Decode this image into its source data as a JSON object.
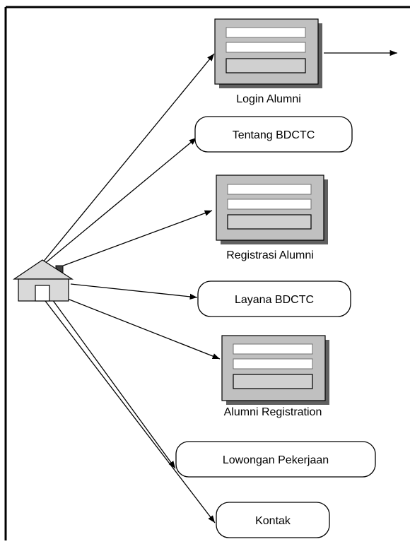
{
  "diagram": {
    "home": {
      "icon": "house-icon"
    },
    "nodes": [
      {
        "id": "login",
        "kind": "form",
        "label": "Login Alumni",
        "icon": "form-icon"
      },
      {
        "id": "tentang",
        "kind": "page",
        "label": "Tentang BDCTC"
      },
      {
        "id": "registrasi",
        "kind": "form",
        "label": "Registrasi Alumni",
        "icon": "form-icon"
      },
      {
        "id": "layana",
        "kind": "page",
        "label": "Layana BDCTC"
      },
      {
        "id": "alumni_reg",
        "kind": "form",
        "label": "Alumni Registration",
        "icon": "form-icon"
      },
      {
        "id": "lowongan",
        "kind": "page",
        "label": "Lowongan Pekerjaan"
      },
      {
        "id": "kontak",
        "kind": "page",
        "label": "Kontak"
      }
    ],
    "edges": [
      {
        "from": "home",
        "to": "login"
      },
      {
        "from": "home",
        "to": "tentang"
      },
      {
        "from": "home",
        "to": "registrasi"
      },
      {
        "from": "home",
        "to": "layana"
      },
      {
        "from": "home",
        "to": "alumni_reg"
      },
      {
        "from": "home",
        "to": "lowongan"
      },
      {
        "from": "home",
        "to": "kontak"
      },
      {
        "from": "login",
        "to": "out"
      }
    ],
    "colors": {
      "line": "#000000",
      "form_fill": "#c0c0c0",
      "form_shadow": "#808080",
      "box_fill": "#ffffff"
    }
  }
}
